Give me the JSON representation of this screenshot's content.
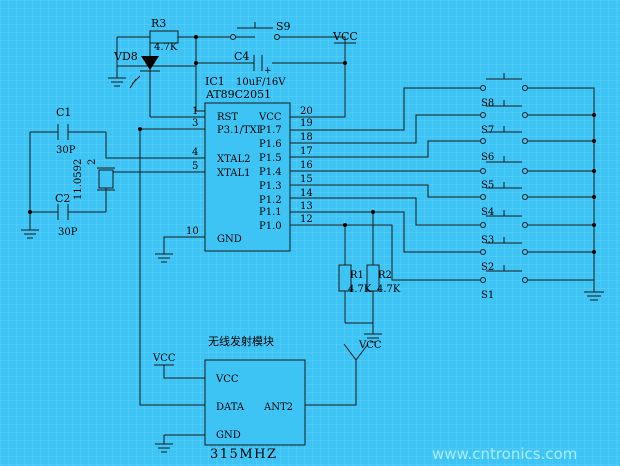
{
  "ic1": {
    "ref": "IC1",
    "part": "AT89C2051",
    "pins": [
      {
        "num": "1",
        "name": "RST"
      },
      {
        "num": "3",
        "name": "P3.1/TXI"
      },
      {
        "num": "4",
        "name": "XTAL2"
      },
      {
        "num": "5",
        "name": "XTAL1"
      },
      {
        "num": "10",
        "name": "GND"
      },
      {
        "num": "20",
        "name": "VCC"
      },
      {
        "num": "19",
        "name": "P1.7"
      },
      {
        "num": "18",
        "name": "P1.6"
      },
      {
        "num": "17",
        "name": "P1.5"
      },
      {
        "num": "16",
        "name": "P1.4"
      },
      {
        "num": "15",
        "name": "P1.3"
      },
      {
        "num": "14",
        "name": "P1.2"
      },
      {
        "num": "13",
        "name": "P1.1"
      },
      {
        "num": "12",
        "name": "P1.0"
      }
    ]
  },
  "components": {
    "r3": "R3",
    "r3_value": "4.7K",
    "vd8": "VD8",
    "s9": "S9",
    "c4": "C4",
    "c4_value": "10uF/16V",
    "c1": "C1",
    "c1_value": "30P",
    "c2": "C2",
    "c2_value": "30P",
    "crystal": "11.0592",
    "crystal_pin": "2",
    "r1": "R1",
    "r1_value": "4.7K",
    "r2": "R2",
    "r2_value": "4.7K",
    "vcc": "VCC"
  },
  "switches": [
    "S8",
    "S7",
    "S6",
    "S5",
    "S4",
    "S3",
    "S2",
    "S1"
  ],
  "module": {
    "title": "无线发射模块",
    "pins": [
      "VCC",
      "DATA",
      "GND"
    ],
    "ant": "ANT2",
    "freq": "315MHZ"
  },
  "watermark": "www.cntronics.com"
}
